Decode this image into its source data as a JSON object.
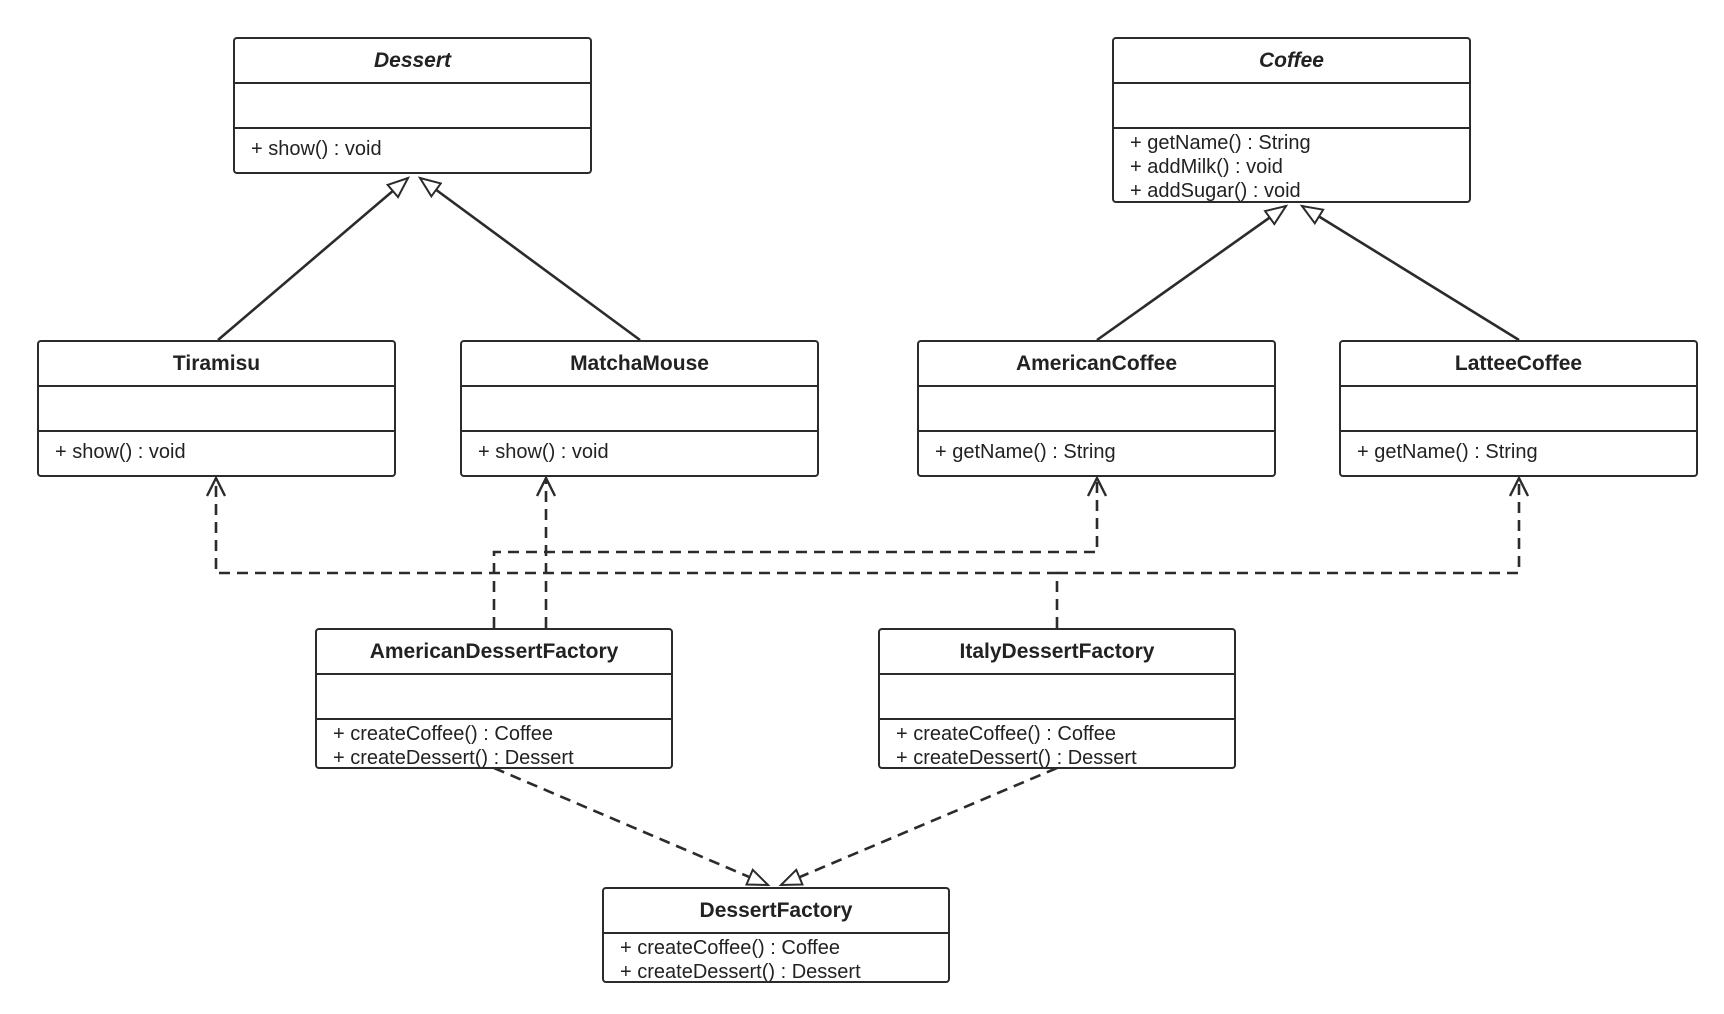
{
  "classes": {
    "dessert": {
      "name": "Dessert",
      "operations": [
        "+ show() : void"
      ]
    },
    "coffee": {
      "name": "Coffee",
      "operations": [
        "+ getName() : String",
        "+ addMilk() : void",
        "+ addSugar() : void"
      ]
    },
    "tiramisu": {
      "name": "Tiramisu",
      "operations": [
        "+ show() : void"
      ]
    },
    "matchamouse": {
      "name": "MatchaMouse",
      "operations": [
        "+ show() : void"
      ]
    },
    "americancoffee": {
      "name": "AmericanCoffee",
      "operations": [
        "+ getName() : String"
      ]
    },
    "latteecoffee": {
      "name": "LatteeCoffee",
      "operations": [
        "+ getName() : String"
      ]
    },
    "americandessertfactory": {
      "name": "AmericanDessertFactory",
      "operations": [
        "+ createCoffee() : Coffee",
        "+ createDessert() : Dessert"
      ]
    },
    "italydessertfactory": {
      "name": "ItalyDessertFactory",
      "operations": [
        "+ createCoffee() : Coffee",
        "+ createDessert() : Dessert"
      ]
    },
    "dessertfactory": {
      "name": "DessertFactory",
      "operations": [
        "+ createCoffee() : Coffee",
        "+ createDessert() : Dessert"
      ]
    }
  },
  "colors": {
    "line": "#2b2b2b",
    "background": "#ffffff"
  }
}
